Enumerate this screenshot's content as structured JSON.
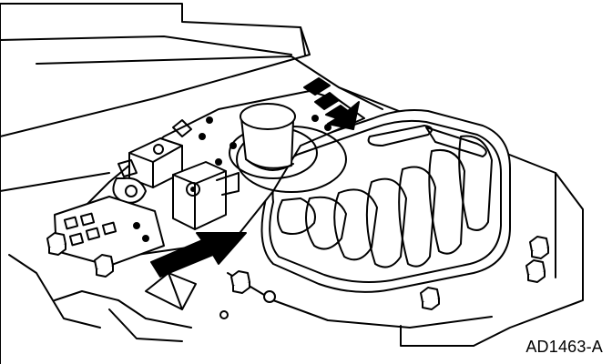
{
  "figure": {
    "id": "AD1463-A",
    "ink_color": "#000000",
    "paper_color": "#ffffff"
  },
  "callouts": [
    {
      "name": "arrow-upper-right",
      "direction": "down-right"
    },
    {
      "name": "arrow-lower-left",
      "direction": "up-right"
    }
  ]
}
